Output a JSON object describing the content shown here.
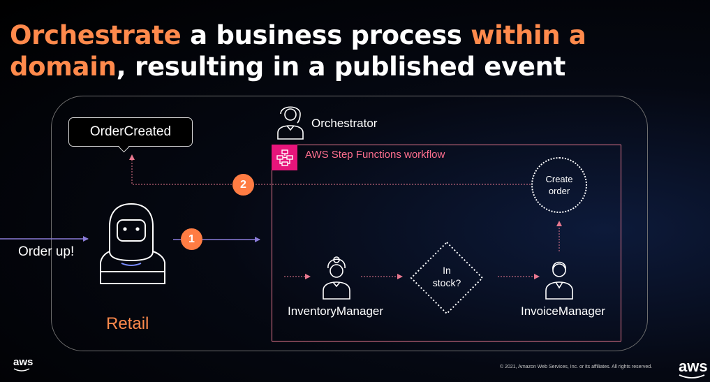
{
  "title": {
    "part1": "Orchestrate",
    "part2": " a business process ",
    "part3": "within a",
    "part4": "domain",
    "part5": ", resulting in a published event"
  },
  "event_label": "OrderCreated",
  "orchestrator_label": "Orchestrator",
  "workflow_label": "AWS Step Functions workflow",
  "input_label": "Order up!",
  "retail_label": "Retail",
  "steps": {
    "one": "1",
    "two": "2"
  },
  "nodes": {
    "inventory": "InventoryManager",
    "stock_line1": "In",
    "stock_line2": "stock?",
    "invoice": "InvoiceManager",
    "create_line1": "Create",
    "create_line2": "order"
  },
  "footer": {
    "copyright": "© 2021, Amazon Web Services, Inc. or its affiliates. All rights reserved.",
    "logo_left": "aws",
    "logo_right": "aws"
  },
  "colors": {
    "accent_orange": "#ff8a4c",
    "badge_orange": "#ff7c43",
    "step_functions_pink": "#e7157b",
    "workflow_border": "#e8788f",
    "arrow_purple": "#8a7bd8"
  },
  "icons": [
    "step-functions-icon",
    "orchestrator-person-icon",
    "retail-robot-icon",
    "inventory-person-icon",
    "invoice-person-icon",
    "aws-logo"
  ]
}
